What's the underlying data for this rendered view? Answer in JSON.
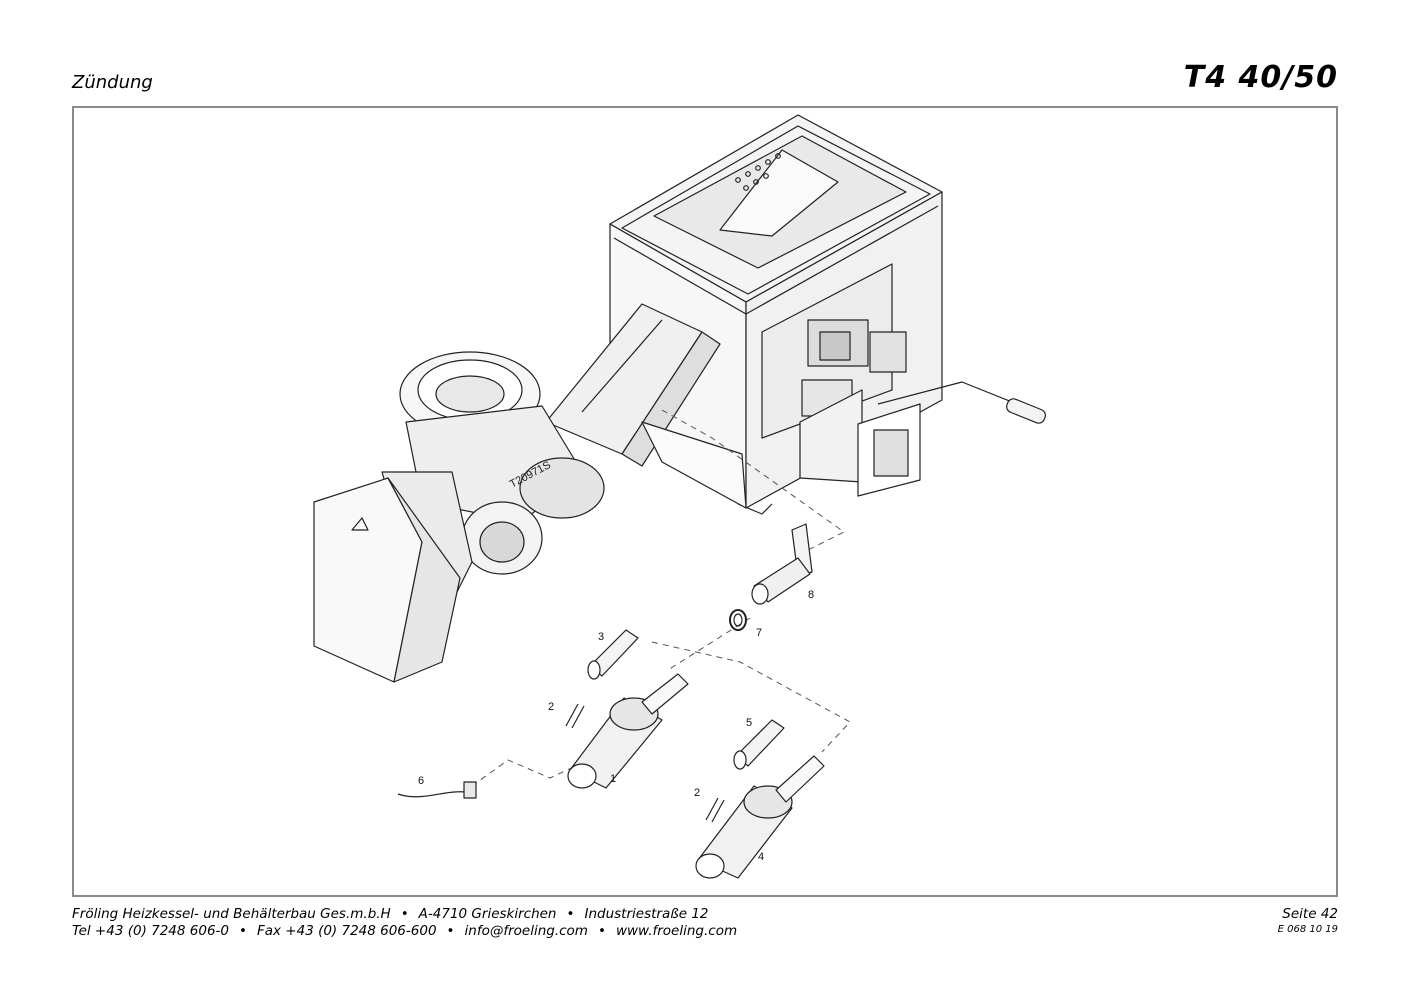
{
  "header": {
    "section_title": "Zündung",
    "model": "T4 40/50"
  },
  "drawing": {
    "part_labels": {
      "p1": "1",
      "p2a": "2",
      "p2b": "2",
      "p3": "3",
      "p4": "4",
      "p5": "5",
      "p6": "6",
      "p7": "7",
      "p8": "8"
    },
    "motor_stamp": "T20971S"
  },
  "footer": {
    "company": "Fröling Heizkessel- und Behälterbau Ges.m.b.H",
    "address_city": "A-4710 Grieskirchen",
    "address_street": "Industriestraße 12",
    "bullet": "•",
    "tel": "Tel +43 (0) 7248 606-0",
    "fax": "Fax +43 (0) 7248 606-600",
    "email": "info@froeling.com",
    "web": "www.froeling.com",
    "page": "Seite 42",
    "doc_code": "E 068 10 19"
  }
}
